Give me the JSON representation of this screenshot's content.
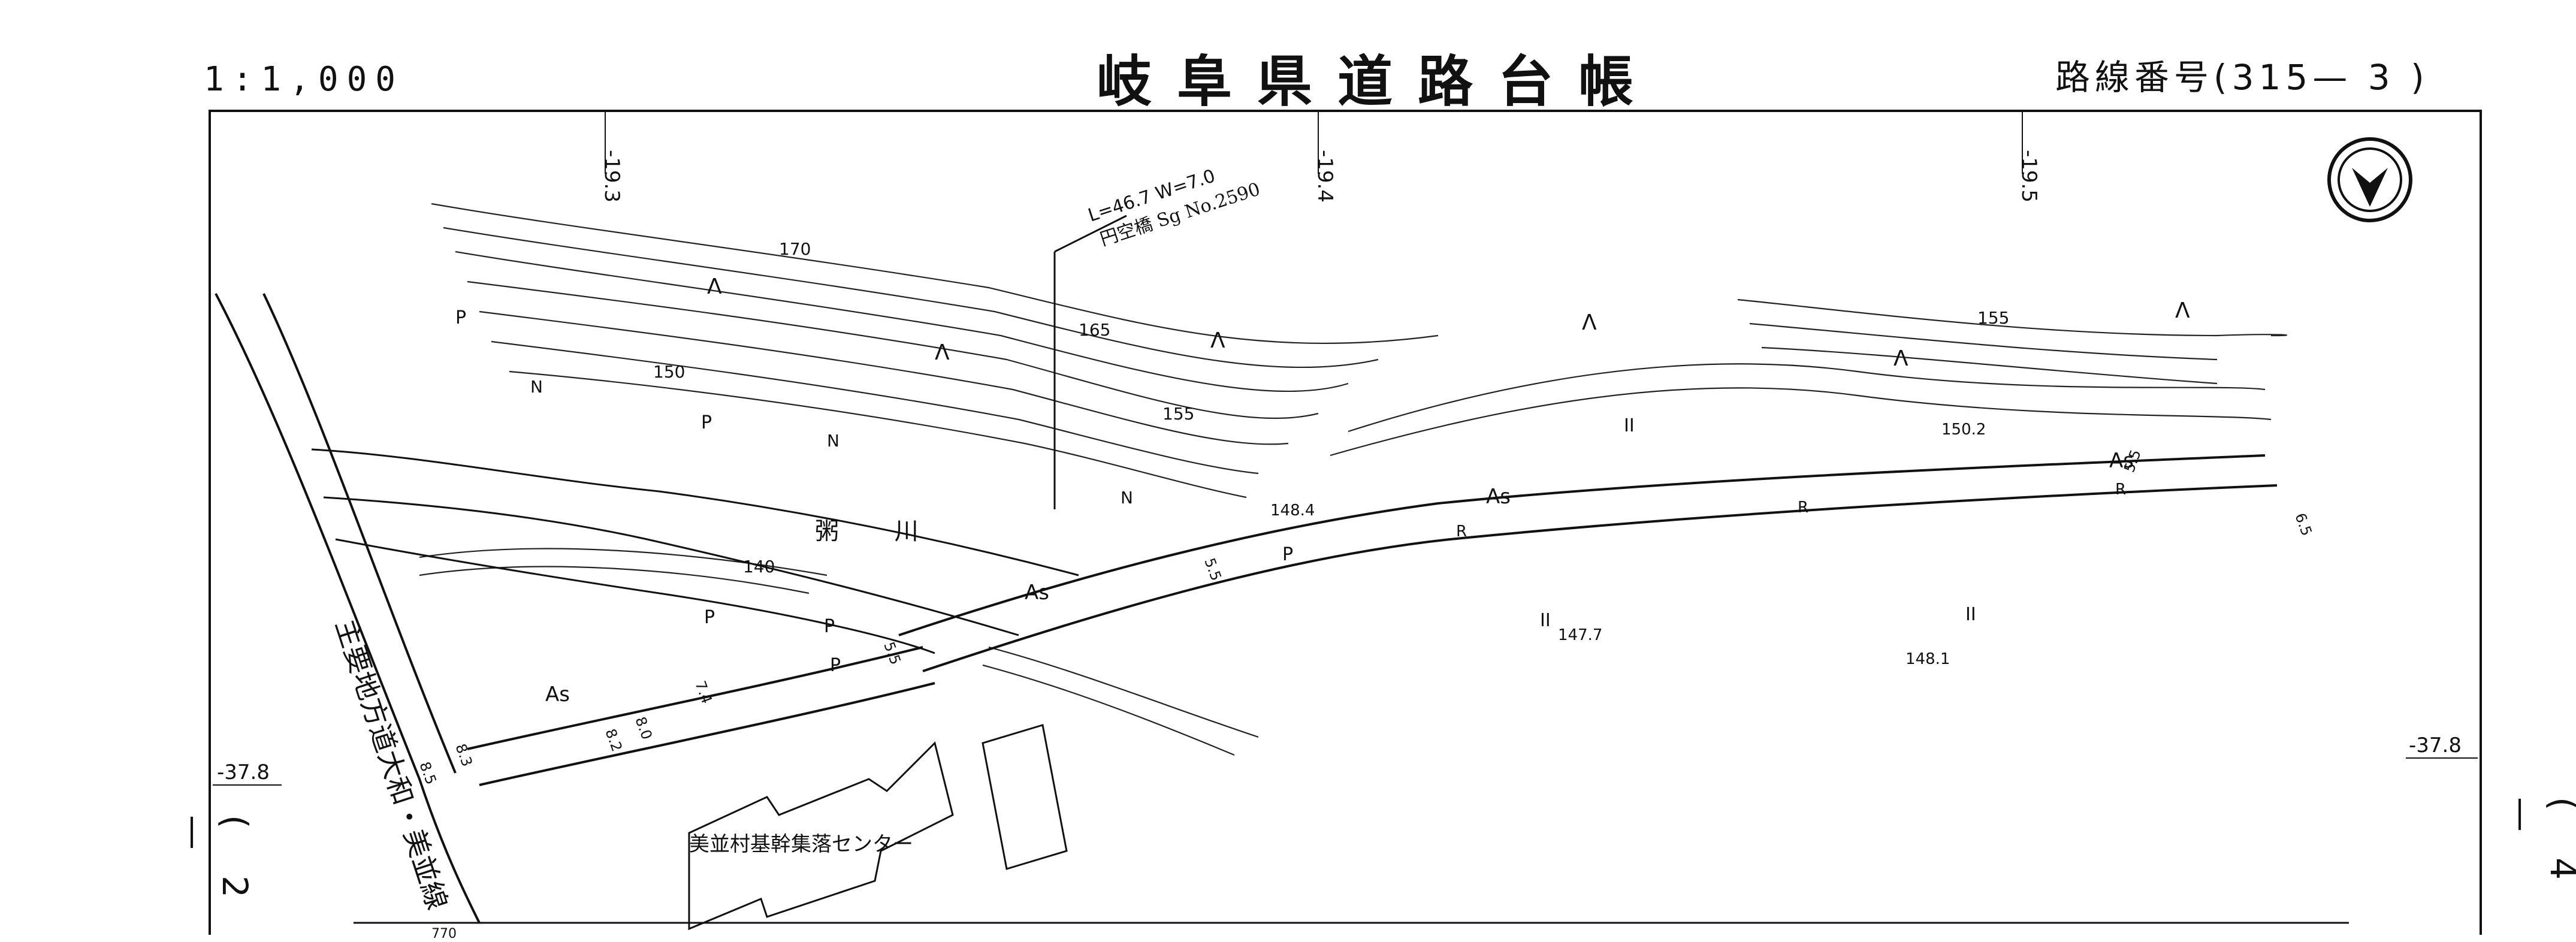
{
  "header": {
    "scale": "1:1,000",
    "title": "岐阜県道路台帳",
    "route_number": "路線番号(315— 3 )"
  },
  "page_refs": {
    "left": "( 2 —",
    "right": "( 4 —"
  },
  "grid": {
    "col_labels": [
      "-19.3",
      "-19.4",
      "-19.5"
    ],
    "row_label": "-37.8"
  },
  "bridge": {
    "dims": "L=46.7  W=7.0",
    "name": "円空橋  Sg No.2590"
  },
  "contours": [
    "170",
    "165",
    "155",
    "150",
    "155",
    "140"
  ],
  "river": {
    "name": "粥 川"
  },
  "elevations": [
    "148.4",
    "150.2",
    "147.7",
    "148.1"
  ],
  "road": {
    "main_road": "主要地方道大和・美並線",
    "surface": [
      "As",
      "As",
      "As",
      "As"
    ]
  },
  "building": {
    "name": "美並村基幹集落センター"
  },
  "symbols": {
    "north_arrow": "north-arrow-icon",
    "field_mark": "II",
    "slope_mark": "Λ",
    "parking": "P",
    "rail": "R",
    "n_mark": "N"
  },
  "widths": [
    "5.5",
    "5.5",
    "5.5",
    "8.2",
    "8.5",
    "7.4",
    "8.3",
    "8.0",
    "6.5"
  ],
  "bottom_mark": "770"
}
